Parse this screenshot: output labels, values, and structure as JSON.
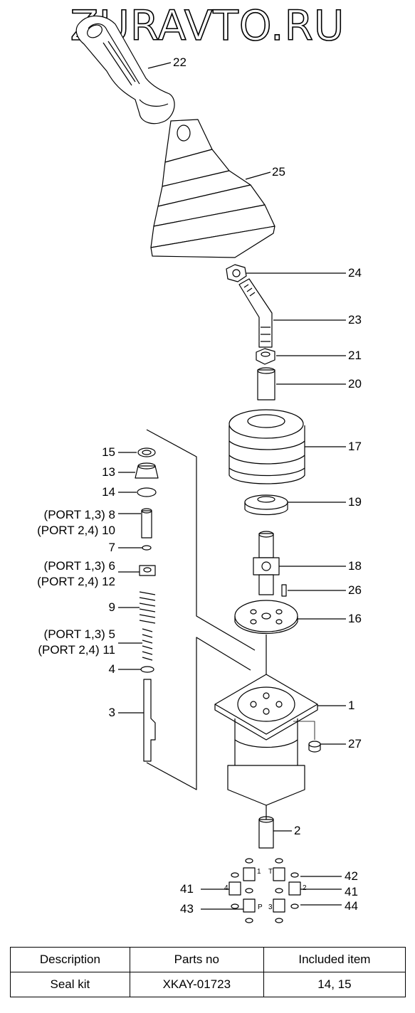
{
  "watermark": "ZURAVTO.RU",
  "callouts": [
    {
      "id": "22",
      "text": "22"
    },
    {
      "id": "25",
      "text": "25"
    },
    {
      "id": "24",
      "text": "24"
    },
    {
      "id": "23",
      "text": "23"
    },
    {
      "id": "21",
      "text": "21"
    },
    {
      "id": "20",
      "text": "20"
    },
    {
      "id": "17",
      "text": "17"
    },
    {
      "id": "19",
      "text": "19"
    },
    {
      "id": "18",
      "text": "18"
    },
    {
      "id": "26",
      "text": "26"
    },
    {
      "id": "16",
      "text": "16"
    },
    {
      "id": "1",
      "text": "1"
    },
    {
      "id": "27",
      "text": "27"
    },
    {
      "id": "2",
      "text": "2"
    },
    {
      "id": "42",
      "text": "42"
    },
    {
      "id": "41r",
      "text": "41"
    },
    {
      "id": "44",
      "text": "44"
    },
    {
      "id": "41l",
      "text": "41"
    },
    {
      "id": "43",
      "text": "43"
    },
    {
      "id": "15",
      "text": "15"
    },
    {
      "id": "13",
      "text": "13"
    },
    {
      "id": "14",
      "text": "14"
    },
    {
      "id": "8",
      "text": "(PORT 1,3)  8"
    },
    {
      "id": "10",
      "text": "(PORT 2,4) 10"
    },
    {
      "id": "7",
      "text": "7"
    },
    {
      "id": "6",
      "text": "(PORT 1,3)  6"
    },
    {
      "id": "12",
      "text": "(PORT 2,4) 12"
    },
    {
      "id": "9",
      "text": "9"
    },
    {
      "id": "5",
      "text": "(PORT 1,3)  5"
    },
    {
      "id": "11",
      "text": "(PORT 2,4) 11"
    },
    {
      "id": "4",
      "text": "4"
    },
    {
      "id": "3",
      "text": "3"
    }
  ],
  "port_marks": {
    "p1": "1",
    "pT": "T",
    "p4": "4",
    "p2": "2",
    "pP": "P",
    "p3": "3"
  },
  "table": {
    "headers": [
      "Description",
      "Parts no",
      "Included item"
    ],
    "row": [
      "Seal kit",
      "XKAY-01723",
      "14, 15"
    ]
  }
}
